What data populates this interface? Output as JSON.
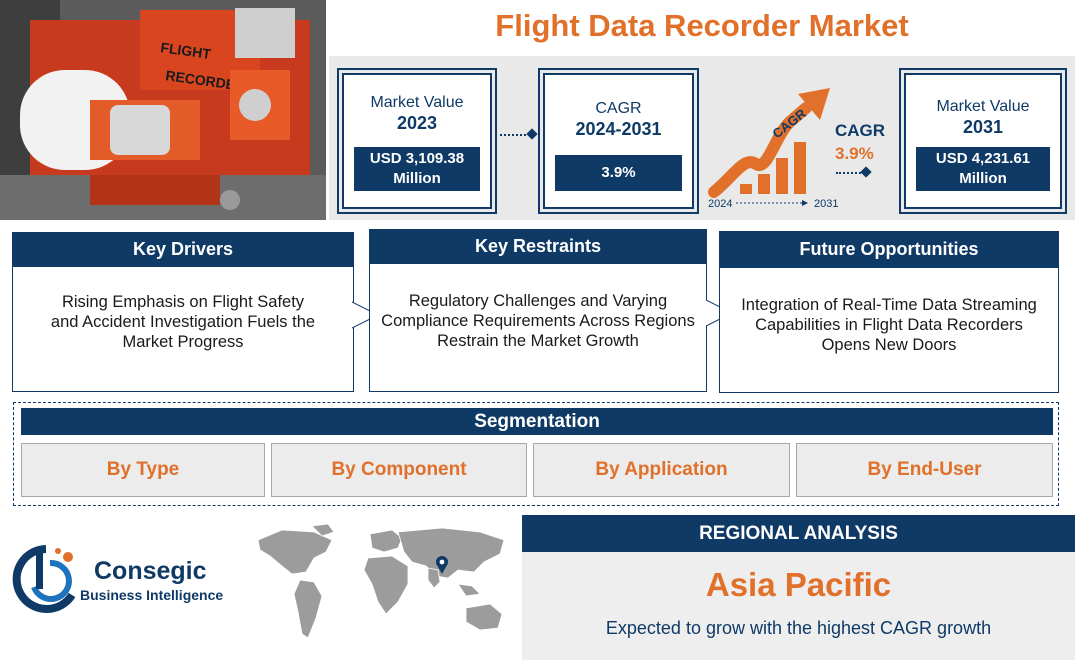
{
  "title": "Flight Data Recorder Market",
  "market_2023": {
    "label": "Market Value",
    "year": "2023",
    "value": "USD 3,109.38 Million"
  },
  "cagr_card": {
    "label": "CAGR",
    "period": "2024-2031",
    "value": "3.9%"
  },
  "cagr_graphic": {
    "arrow_label": "CAGR",
    "label": "CAGR",
    "value": "3.9%",
    "start_year": "2024",
    "end_year": "2031"
  },
  "market_2031": {
    "label": "Market Value",
    "year": "2031",
    "value": "USD 4,231.61 Million"
  },
  "key_drivers": {
    "title": "Key Drivers",
    "text": "Rising Emphasis on Flight Safety and Accident Investigation Fuels the Market Progress"
  },
  "key_restraints": {
    "title": "Key Restraints",
    "text": "Regulatory Challenges and Varying Compliance Requirements Across Regions Restrain the Market Growth"
  },
  "future_opportunities": {
    "title": "Future Opportunities",
    "text": "Integration of Real-Time Data Streaming Capabilities in Flight Data Recorders Opens New Doors"
  },
  "segmentation": {
    "title": "Segmentation",
    "items": [
      "By Type",
      "By Component",
      "By Application",
      "By End-User"
    ]
  },
  "logo": {
    "name": "Consegic",
    "tagline": "Business Intelligence"
  },
  "regional": {
    "title": "REGIONAL ANALYSIS",
    "region": "Asia Pacific",
    "description": "Expected to grow with the highest CAGR growth"
  },
  "colors": {
    "navy": "#0f3a66",
    "orange": "#e0702a",
    "panel_gray": "#e9e9e9"
  }
}
